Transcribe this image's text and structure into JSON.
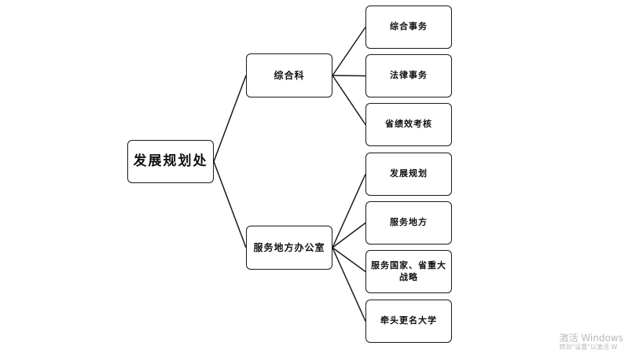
{
  "org_chart": {
    "root": {
      "label": "发展规划处"
    },
    "branches": [
      {
        "label": "综合科",
        "children": [
          "综合事务",
          "法律事务",
          "省绩效考核"
        ]
      },
      {
        "label": "服务地方办公室",
        "children": [
          "发展规划",
          "服务地方",
          "服务国家、省重大战略",
          "牵头更名大学"
        ]
      }
    ]
  },
  "watermark": {
    "line1": "激活 Windows",
    "line2": "转到\"设置\"以激活 W"
  },
  "colors": {
    "line": "#1a1a1a",
    "box_border": "#1a1a1a",
    "background": "#ffffff",
    "watermark": "#b9b9b9"
  }
}
